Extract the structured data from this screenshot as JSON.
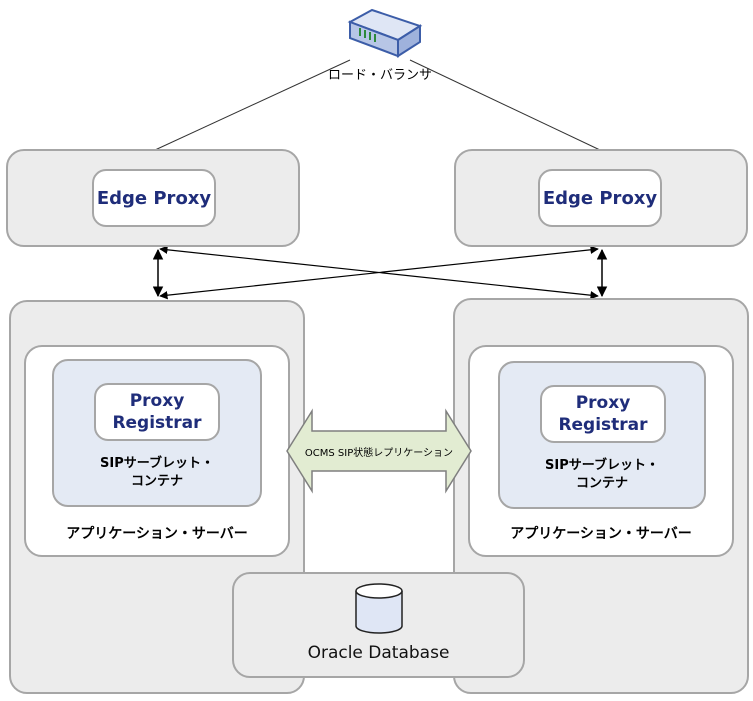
{
  "load_balancer": {
    "label": "ロード・バランサ",
    "icon": "load-balancer-device-icon"
  },
  "edge_proxy_left": {
    "label": "Edge Proxy"
  },
  "edge_proxy_right": {
    "label": "Edge Proxy"
  },
  "app_server_left": {
    "registrar_line1": "Proxy",
    "registrar_line2": "Registrar",
    "container_line1": "SIPサーブレット・",
    "container_line2": "コンテナ",
    "server_label": "アプリケーション・サーバー"
  },
  "app_server_right": {
    "registrar_line1": "Proxy",
    "registrar_line2": "Registrar",
    "container_line1": "SIPサーブレット・",
    "container_line2": "コンテナ",
    "server_label": "アプリケーション・サーバー"
  },
  "replication": {
    "label": "OCMS SIP状態レプリケーション"
  },
  "database": {
    "label": "Oracle Database",
    "icon": "database-cylinder-icon"
  },
  "colors": {
    "box_fill": "#ececec",
    "border": "#a6a6a6",
    "registrar_fill": "#e4eaf4",
    "label_blue": "#1f2d7a",
    "arrow_fill": "#e2ecd2"
  }
}
